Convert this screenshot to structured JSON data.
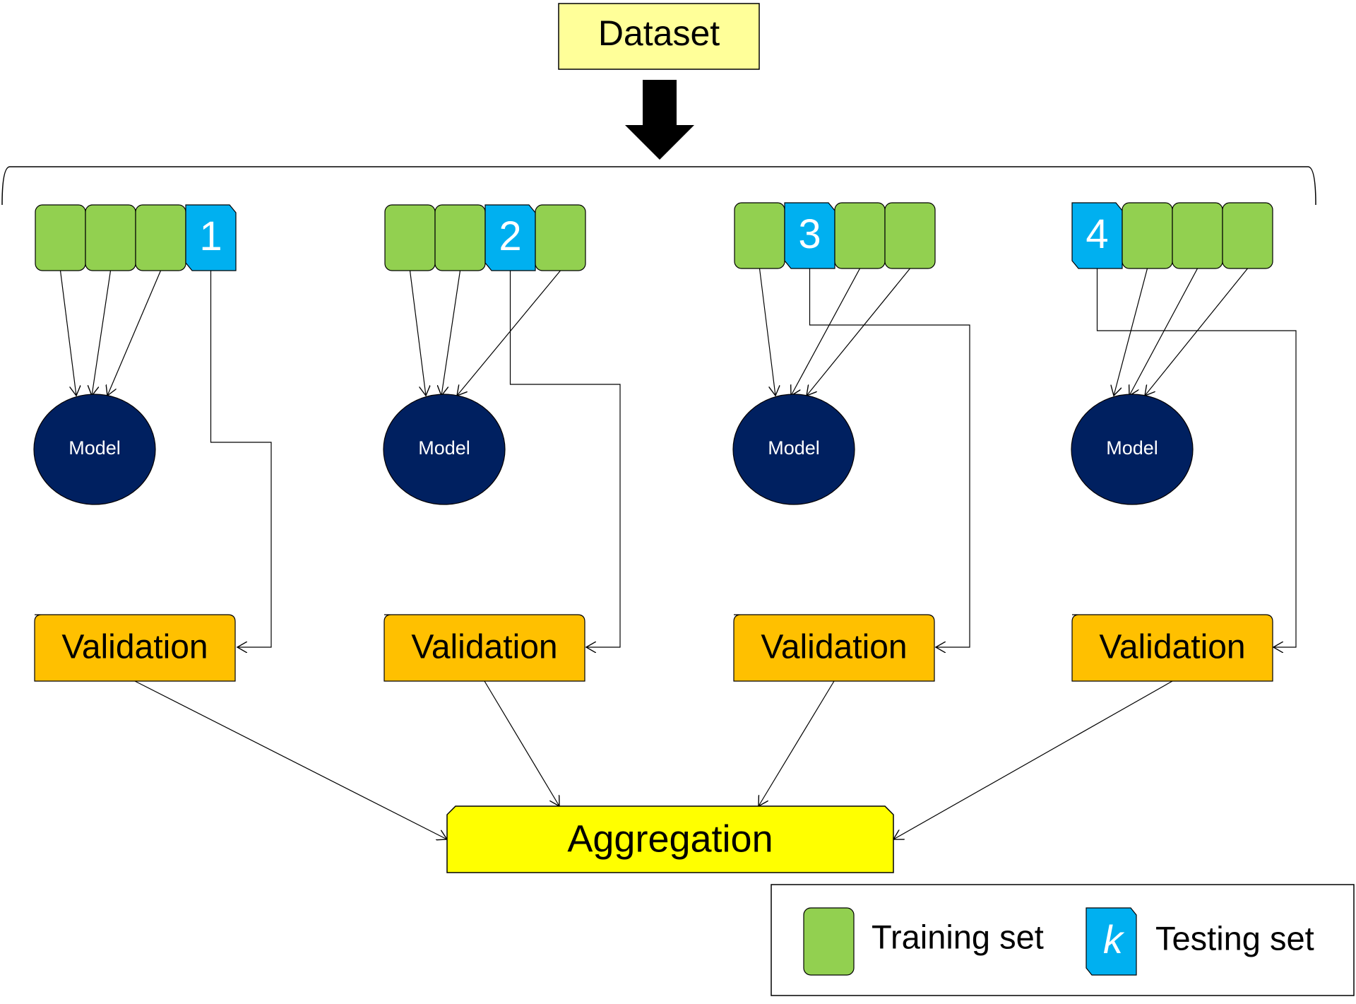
{
  "dataset": {
    "label": "Dataset"
  },
  "folds": [
    {
      "test_index": 1,
      "model_label": "Model",
      "validation_label": "Validation"
    },
    {
      "test_index": 2,
      "model_label": "Model",
      "validation_label": "Validation"
    },
    {
      "test_index": 3,
      "model_label": "Model",
      "validation_label": "Validation"
    },
    {
      "test_index": 4,
      "model_label": "Model",
      "validation_label": "Validation"
    }
  ],
  "aggregation": {
    "label": "Aggregation"
  },
  "legend": {
    "training_label": "Training set",
    "testing_symbol": "k",
    "testing_label": "Testing set"
  },
  "colors": {
    "training": "#92d050",
    "testing": "#00b0f0",
    "model": "#002060",
    "validation": "#ffc000",
    "aggregation": "#ffff00",
    "dataset": "#ffff99"
  }
}
